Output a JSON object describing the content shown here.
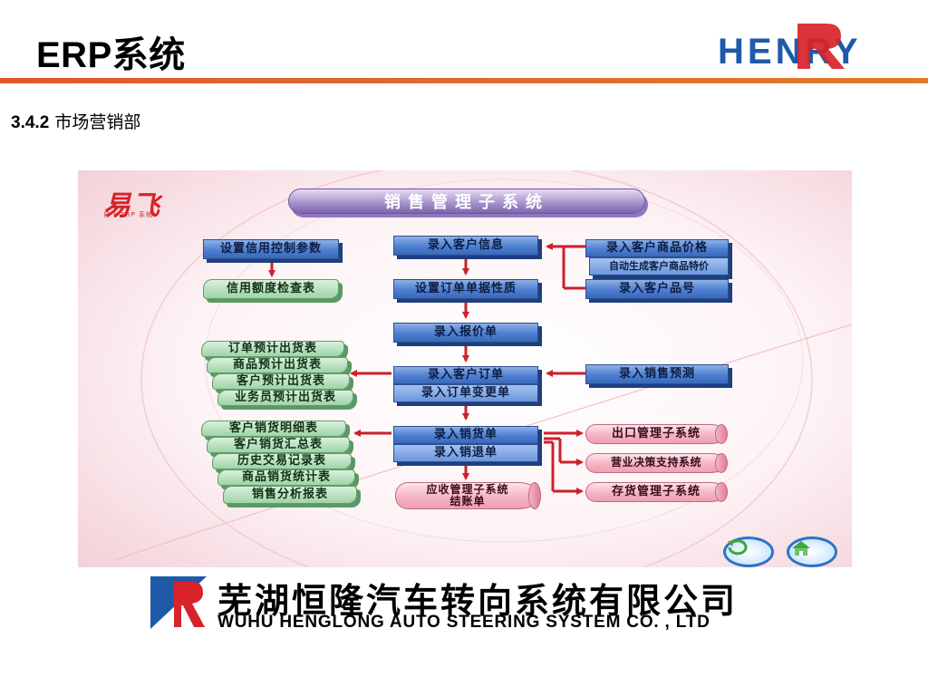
{
  "slide": {
    "title": "ERP系统",
    "section_number": "3.4.2",
    "section_title": "市场营销部",
    "logo_text": "HENRY"
  },
  "screenshot": {
    "logo_mark": "易飞",
    "logo_caption": "易飞 ERP 系统",
    "banner": "销售管理子系统",
    "left_top": [
      "设置信用控制参数",
      "信用额度检查表"
    ],
    "center": [
      "录入客户信息",
      "设置订单单据性质",
      "录入报价单",
      "录入客户订单",
      "录入订单变更单",
      "录入销货单",
      "录入销退单"
    ],
    "receivable_line1": "应收管理子系统",
    "receivable_line2": "结账单",
    "right_top": [
      "录入客户商品价格",
      "自动生成客户商品特价",
      "录入客户品号"
    ],
    "forecast": "录入销售预测",
    "order_reports": [
      "订单预计出货表",
      "商品预计出货表",
      "客户预计出货表",
      "业务员预计出货表"
    ],
    "sales_reports": [
      "客户销货明细表",
      "客户销货汇总表",
      "历史交易记录表",
      "商品销货统计表",
      "销售分析报表"
    ],
    "subsystems": [
      "出口管理子系统",
      "营业决策支持系统",
      "存货管理子系统"
    ],
    "nav_icons": [
      "back-icon",
      "home-icon"
    ]
  },
  "colors": {
    "accent_red": "#d8232a",
    "box_blue": "#4d7fd1",
    "box_green": "#9fd4a8",
    "box_pink": "#f5b4c3",
    "arrow": "#cc1f2b"
  },
  "footer": {
    "company_cn": "芜湖恒隆汽车转向系统有限公司",
    "company_en": "WUHU HENGLONG AUTO STEERING SYSTEM CO. , LTD"
  }
}
